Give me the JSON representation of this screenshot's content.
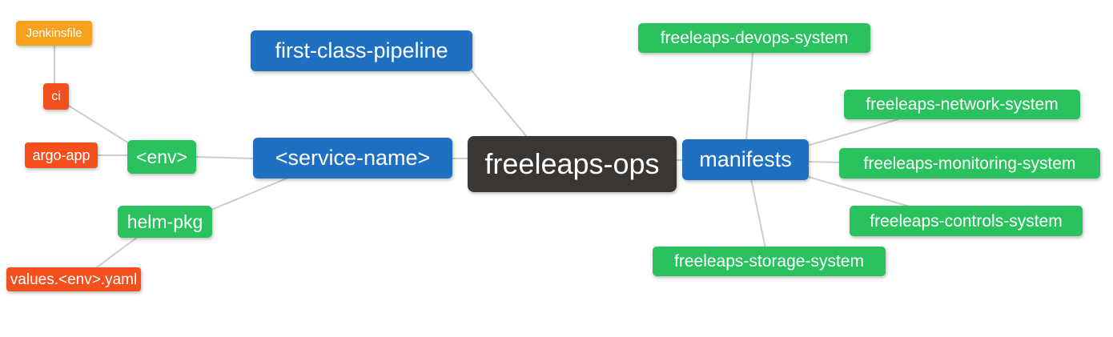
{
  "diagram": {
    "type": "mindmap",
    "root": "freeleaps-ops"
  },
  "colors": {
    "blue": "#1F70C2",
    "green": "#2AC25F",
    "orange": "#F7A11D",
    "red": "#F4501E",
    "dark": "#3A3633",
    "edge": "#CCCCCC",
    "text": "#FFFFFF"
  },
  "nodes": {
    "jenkinsfile": {
      "label": "Jenkinsfile",
      "color": "orange"
    },
    "ci": {
      "label": "ci",
      "color": "red"
    },
    "argo_app": {
      "label": "argo-app",
      "color": "red"
    },
    "env": {
      "label": "<env>",
      "color": "green"
    },
    "helm_pkg": {
      "label": "helm-pkg",
      "color": "green"
    },
    "values_yaml": {
      "label": "values.<env>.yaml",
      "color": "red"
    },
    "first_class_pipeline": {
      "label": "first-class-pipeline",
      "color": "blue"
    },
    "service_name": {
      "label": "<service-name>",
      "color": "blue"
    },
    "root": {
      "label": "freeleaps-ops",
      "color": "dark"
    },
    "manifests": {
      "label": "manifests",
      "color": "blue"
    },
    "devops_system": {
      "label": "freeleaps-devops-system",
      "color": "green"
    },
    "network_system": {
      "label": "freeleaps-network-system",
      "color": "green"
    },
    "monitoring_system": {
      "label": "freeleaps-monitoring-system",
      "color": "green"
    },
    "controls_system": {
      "label": "freeleaps-controls-system",
      "color": "green"
    },
    "storage_system": {
      "label": "freeleaps-storage-system",
      "color": "green"
    }
  },
  "edges": [
    {
      "from": "jenkinsfile",
      "to": "ci"
    },
    {
      "from": "ci",
      "to": "env"
    },
    {
      "from": "argo_app",
      "to": "env"
    },
    {
      "from": "env",
      "to": "service_name"
    },
    {
      "from": "helm_pkg",
      "to": "service_name"
    },
    {
      "from": "values_yaml",
      "to": "helm_pkg"
    },
    {
      "from": "first_class_pipeline",
      "to": "root"
    },
    {
      "from": "service_name",
      "to": "root"
    },
    {
      "from": "root",
      "to": "manifests"
    },
    {
      "from": "manifests",
      "to": "devops_system"
    },
    {
      "from": "manifests",
      "to": "network_system"
    },
    {
      "from": "manifests",
      "to": "monitoring_system"
    },
    {
      "from": "manifests",
      "to": "controls_system"
    },
    {
      "from": "manifests",
      "to": "storage_system"
    }
  ]
}
